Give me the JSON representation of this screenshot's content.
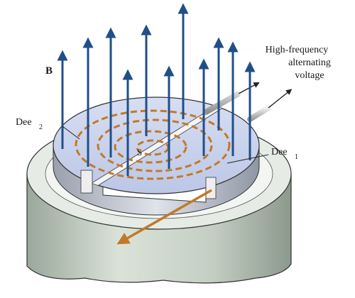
{
  "labels": {
    "field": "B",
    "dee2_main": "Dee",
    "dee2_sub": "2",
    "dee1_main": "Dee",
    "dee1_sub": "1",
    "source": "S",
    "voltage_line1": "High-frequency",
    "voltage_line2": "alternating",
    "voltage_line3": "voltage"
  },
  "colors": {
    "field_lines": "#1f4f8a",
    "spiral_path": "#c07a28",
    "dee_top": "#c9d3ec",
    "magnet_body": "#cfd8cf",
    "magnet_top": "#e8ede6",
    "exit_beam": "#c07a28"
  },
  "icons": {
    "field_line": "arrow-up",
    "beam_exit": "arrow-down-left",
    "lead_wire": "arrow-right"
  }
}
